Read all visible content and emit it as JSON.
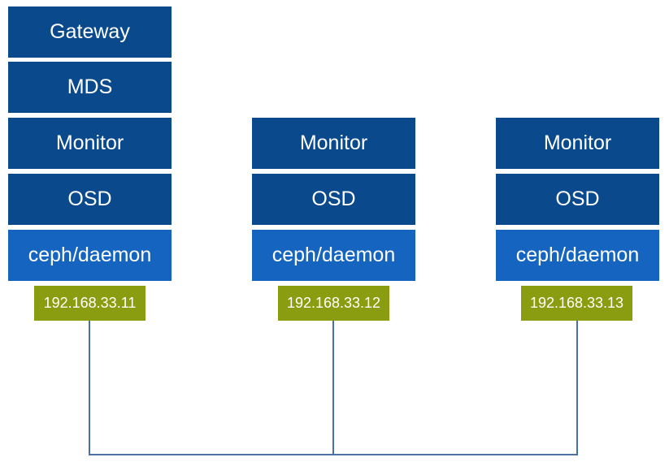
{
  "nodes": [
    {
      "layers": [
        "Gateway",
        "MDS",
        "Monitor",
        "OSD",
        "ceph/daemon"
      ],
      "ip": "192.168.33.11"
    },
    {
      "layers": [
        "Monitor",
        "OSD",
        "ceph/daemon"
      ],
      "ip": "192.168.33.12"
    },
    {
      "layers": [
        "Monitor",
        "OSD",
        "ceph/daemon"
      ],
      "ip": "192.168.33.13"
    }
  ],
  "colors": {
    "service_box": "#0a4a8c",
    "runtime_box": "#1565c0",
    "ip_tag": "#8a9c0f",
    "network_line": "#4a6fa5"
  }
}
